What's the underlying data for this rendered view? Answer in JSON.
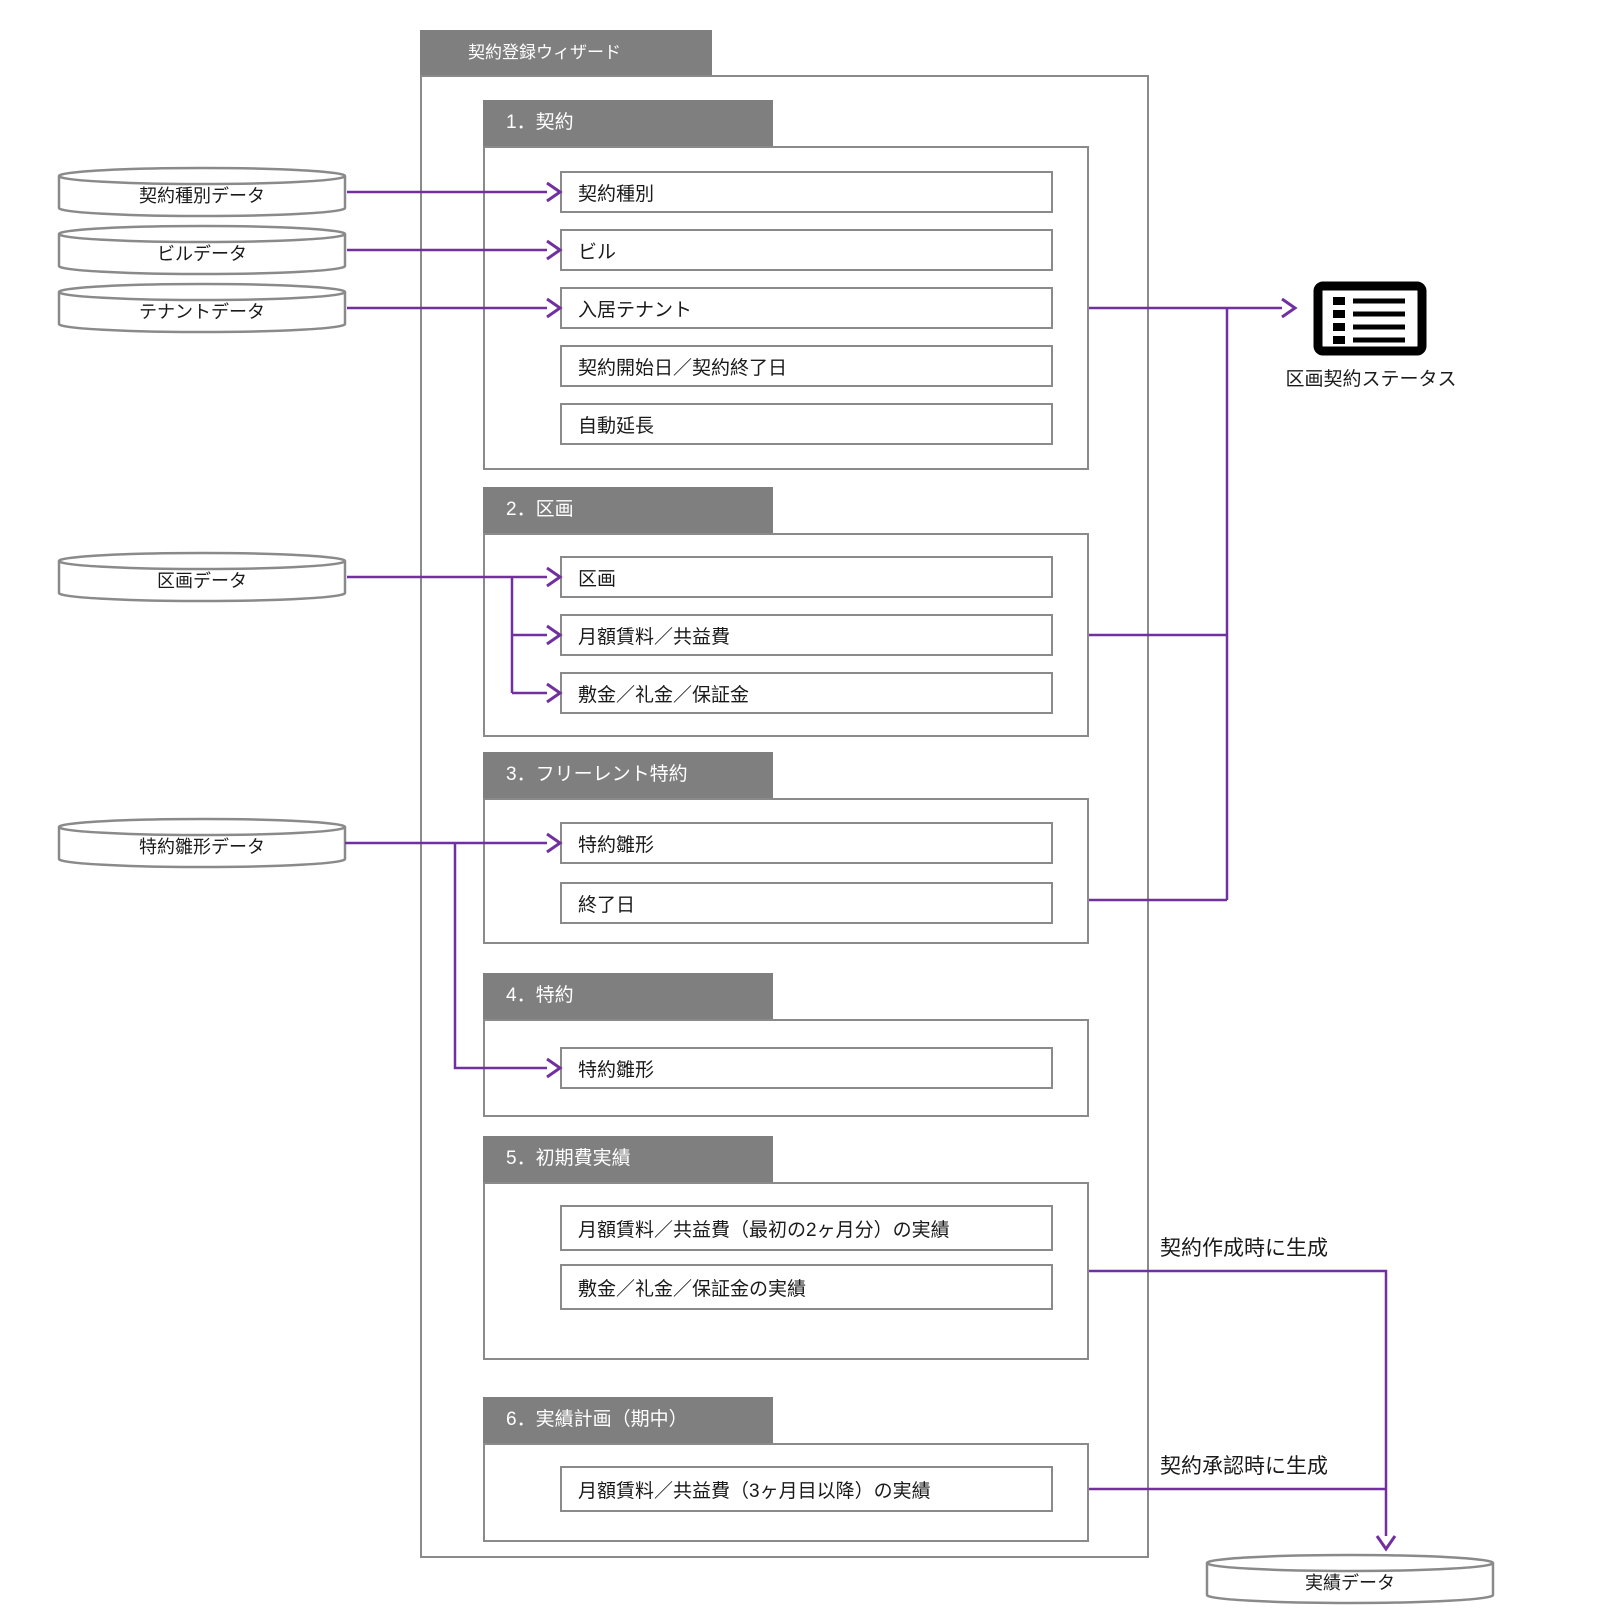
{
  "wizard": {
    "title": "契約登録ウィザード",
    "sections": [
      {
        "title": "1．契約",
        "fields": [
          "契約種別",
          "ビル",
          "入居テナント",
          "契約開始日／契約終了日",
          "自動延長"
        ]
      },
      {
        "title": "2．区画",
        "fields": [
          "区画",
          "月額賃料／共益費",
          "敷金／礼金／保証金"
        ]
      },
      {
        "title": "3．フリーレント特約",
        "fields": [
          "特約雛形",
          "終了日"
        ]
      },
      {
        "title": "4．特約",
        "fields": [
          "特約雛形"
        ]
      },
      {
        "title": "5．初期費実績",
        "fields": [
          "月額賃料／共益費（最初の2ヶ月分）の実績",
          "敷金／礼金／保証金の実績"
        ]
      },
      {
        "title": "6．実績計画（期中）",
        "fields": [
          "月額賃料／共益費（3ヶ月目以降）の実績"
        ]
      }
    ]
  },
  "datastores": [
    "契約種別データ",
    "ビルデータ",
    "テナントデータ",
    "区画データ",
    "特約雛形データ"
  ],
  "output_datastore": "実績データ",
  "status_icon": "list-icon",
  "status_icon_label": "区画契約ステータス",
  "annotations": {
    "on_create": "契約作成時に生成",
    "on_approve": "契約承認時に生成"
  },
  "colors": {
    "connector_purple": "#7030A0",
    "header_gray": "#7F7F7F",
    "border_gray": "#8A8A8A",
    "icon_black": "#000000"
  }
}
